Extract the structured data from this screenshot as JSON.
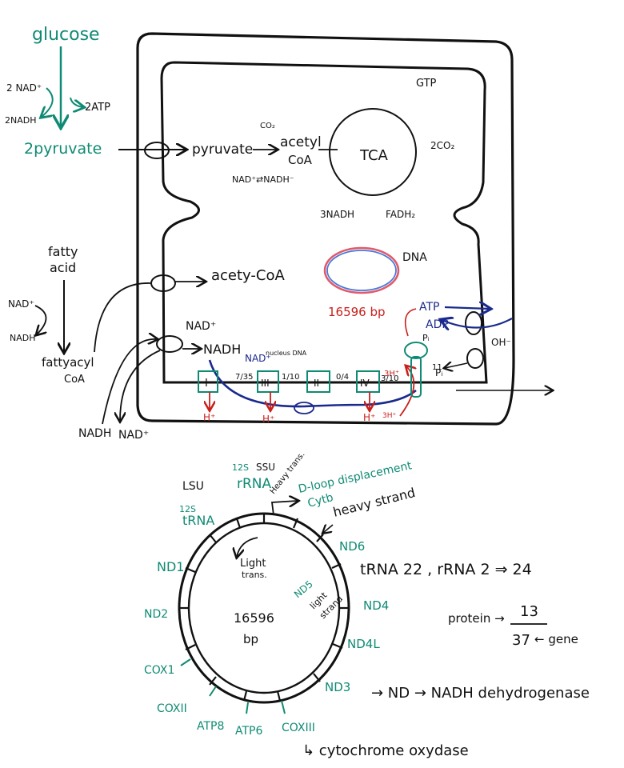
{
  "colors": {
    "ink": "#111111",
    "teal": "#0f8a74",
    "red": "#c8201c",
    "navy": "#1a2a8c",
    "pink": "#e05a6a",
    "blue": "#4a78d8"
  },
  "glycolysis": {
    "glucose": "glucose",
    "nad_in": "2 NAD⁺",
    "nadh_out": "2NADH",
    "atp": "2ATP",
    "pyruvate": "2pyruvate"
  },
  "matrix": {
    "pyruvate": "pyruvate",
    "co2": "CO₂",
    "acetyl": "acetyl",
    "coa": "CoA",
    "nad_nadh": "NAD⁺⇄NADH⁻",
    "tca": "TCA",
    "gtp": "GTP",
    "co2_out": "2CO₂",
    "nadh3": "3NADH",
    "fadh": "FADH₂",
    "acetyl_coa": "acety-CoA",
    "dna": "DNA",
    "bp": "16596 bp"
  },
  "fatty": {
    "fatty": "fatty",
    "acid": "acid",
    "nad_in": "NAD⁺",
    "nadh_out": "NADH",
    "fattyacyl": "fattyacyl",
    "coa": "CoA"
  },
  "etc": {
    "nad_plus": "NAD⁺",
    "nadh": "NADH",
    "nad_out": "NAD⁺",
    "nucleus": "nucleus DNA",
    "c1": "I",
    "c3": "III",
    "c2": "II",
    "c4": "IV",
    "r1": "7/35",
    "r3": "1/10",
    "r2": "0/4",
    "r4": "3/10",
    "r5": "11",
    "hplus": "H⁺",
    "h3": "3H⁺",
    "atp": "ATP",
    "adp": "ADP",
    "pi": "Pᵢ",
    "pi2": "Pᵢ",
    "oh": "OH⁻",
    "nadh_ext": "NADH",
    "nad_ext": "NAD⁺"
  },
  "genome": {
    "lsu": "LSU",
    "ssu": "SSU",
    "s12": "12S",
    "rrna": "rRNA",
    "s12b": "12S",
    "trna": "tRNA",
    "heavy_trans": "Heavy trans.",
    "dloop": "D-loop displacement",
    "cytb": "Cytb",
    "heavy_strand": "heavy strand",
    "nd6": "ND6",
    "nd1": "ND1",
    "light_trans": "Light",
    "light_trans2": "trans.",
    "nd2": "ND2",
    "center": "16596",
    "bp": "bp",
    "nd5": "ND5",
    "light_strand": "light",
    "light_strand2": "strand",
    "nd4": "ND4",
    "nd4l": "ND4L",
    "cox1": "COX1",
    "cox2": "COXII",
    "atp8": "ATP8",
    "atp6": "ATP6",
    "cox3": "COXIII",
    "nd3": "ND3"
  },
  "notes": {
    "trna_line": "tRNA 22 , rRNA 2 ⇒ 24",
    "protein": "protein →",
    "num13": "13",
    "num37": "37",
    "gene": "← gene",
    "nd_line": "→ ND → NADH dehydrogenase",
    "cyto": "↳ cytochrome oxydase"
  }
}
